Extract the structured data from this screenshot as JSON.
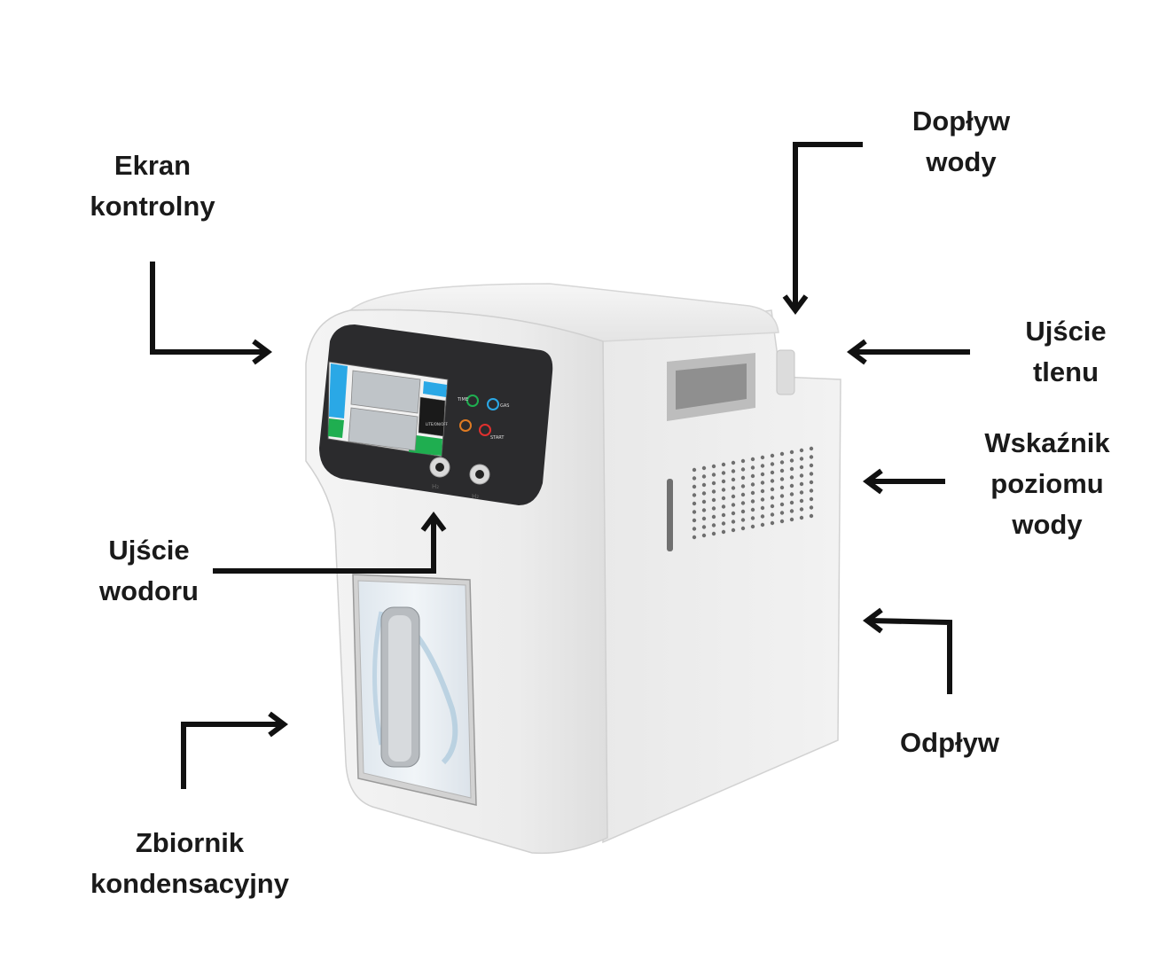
{
  "labels": {
    "control_screen": [
      "Ekran",
      "kontrolny"
    ],
    "water_inlet": [
      "Dopływ",
      "wody"
    ],
    "oxygen_outlet": [
      "Ujście",
      "tlenu"
    ],
    "water_level": [
      "Wskaźnik",
      "poziomu",
      "wody"
    ],
    "hydrogen_outlet": [
      "Ujście",
      "wodoru"
    ],
    "drain": [
      "Odpływ"
    ],
    "condensation_tank": [
      "Zbiornik",
      "kondensacyjny"
    ]
  },
  "panel": {
    "time": "TIME",
    "gas": "GAS",
    "start": "START",
    "left_key": "LITE/ON/OFF",
    "h2_left": "H₂",
    "h2_right": "H₂"
  },
  "colors": {
    "text": "#1a1a1a",
    "arrow": "#111111",
    "body": "#eeeeee",
    "panel": "#2b2b2d",
    "screen_blue": "#2aa8e6",
    "screen_green": "#1fae50"
  }
}
